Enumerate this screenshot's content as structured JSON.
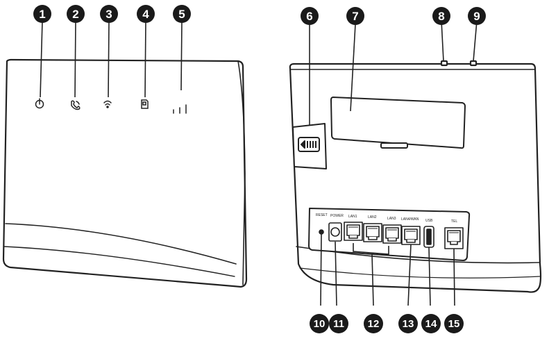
{
  "front_indicators": [
    {
      "number": "1",
      "icon": "power-icon"
    },
    {
      "number": "2",
      "icon": "phone-icon"
    },
    {
      "number": "3",
      "icon": "wifi-icon"
    },
    {
      "number": "4",
      "icon": "sim-icon"
    },
    {
      "number": "5",
      "icon": "signal-strength-icon"
    }
  ],
  "rear_top_callouts": [
    {
      "number": "6",
      "target": "sim-slot-cover"
    },
    {
      "number": "7",
      "target": "label-area"
    },
    {
      "number": "8",
      "target": "top-button-1"
    },
    {
      "number": "9",
      "target": "top-button-2"
    }
  ],
  "rear_ports": {
    "reset": "RESET",
    "power": "POWER",
    "lan1": "LAN1",
    "lan2": "LAN2",
    "lan3": "LAN3",
    "lan4wan": "LAN4/WAN",
    "usb": "USB",
    "tel": "TEL"
  },
  "rear_bottom_callouts": [
    {
      "number": "10",
      "target": "reset-button"
    },
    {
      "number": "11",
      "target": "power-port"
    },
    {
      "number": "12",
      "target": "lan-ports"
    },
    {
      "number": "13",
      "target": "lan4-wan-port"
    },
    {
      "number": "14",
      "target": "usb-port"
    },
    {
      "number": "15",
      "target": "tel-port"
    }
  ],
  "colors": {
    "callout_fill": "#1a1a1a",
    "outline": "#222222",
    "body_fill": "#ffffff"
  }
}
